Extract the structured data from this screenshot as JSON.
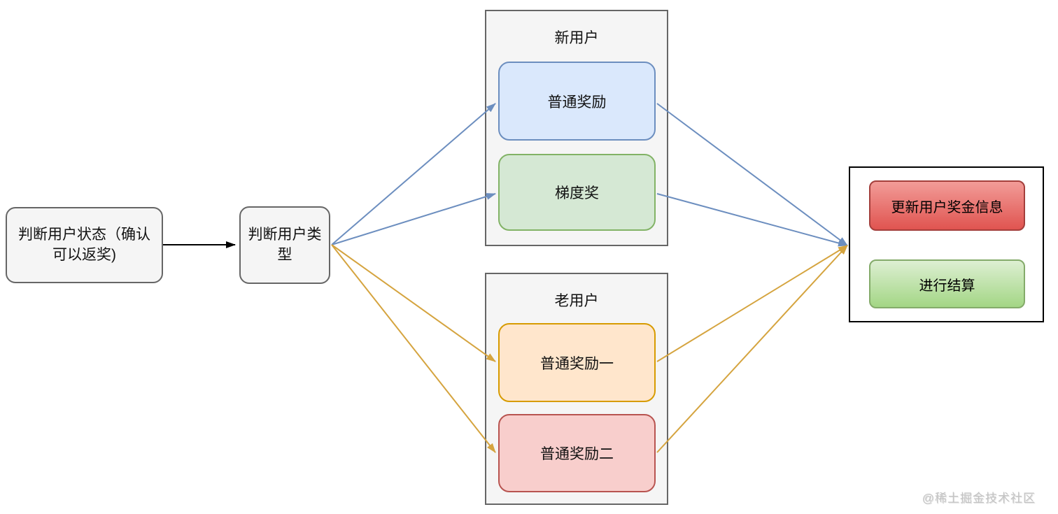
{
  "nodes": {
    "judge_status": "判断用户状态（确认\n可以返奖)",
    "judge_type": "判断用户类\n型",
    "new_user_title": "新用户",
    "normal_reward": "普通奖励",
    "gradient_reward": "梯度奖",
    "old_user_title": "老用户",
    "normal_reward_1": "普通奖励一",
    "normal_reward_2": "普通奖励二",
    "update_bonus": "更新用户奖金信息",
    "settle": "进行结算"
  },
  "edges": [
    {
      "from": "judge_status",
      "to": "judge_type",
      "color": "black"
    },
    {
      "from": "judge_type",
      "to": "normal_reward",
      "color": "blue"
    },
    {
      "from": "judge_type",
      "to": "gradient_reward",
      "color": "blue"
    },
    {
      "from": "judge_type",
      "to": "normal_reward_1",
      "color": "gold"
    },
    {
      "from": "judge_type",
      "to": "normal_reward_2",
      "color": "gold"
    },
    {
      "from": "normal_reward",
      "to": "settlement_group",
      "color": "blue"
    },
    {
      "from": "gradient_reward",
      "to": "settlement_group",
      "color": "blue"
    },
    {
      "from": "normal_reward_1",
      "to": "settlement_group",
      "color": "gold"
    },
    {
      "from": "normal_reward_2",
      "to": "settlement_group",
      "color": "gold"
    }
  ],
  "colors": {
    "gray_fill": "#f5f5f5",
    "gray_border": "#666666",
    "blue_fill": "#dae8fc",
    "blue_border": "#6c8ebf",
    "green_fill": "#d5e8d4",
    "green_border": "#82b366",
    "orange_fill": "#ffe6cc",
    "orange_border": "#d79b00",
    "pink_fill": "#f8cecc",
    "pink_border": "#b85450",
    "red_btn_top": "#f29c98",
    "red_btn_bottom": "#e05450",
    "red_btn_border": "#a43f3c",
    "green_btn_top": "#ddefd2",
    "green_btn_bottom": "#a3d685",
    "green_btn_border": "#84ab6a",
    "arrow_black": "#000000",
    "arrow_blue": "#6c8ebf",
    "arrow_gold": "#d5a43f"
  },
  "watermark": "@稀土掘金技术社区"
}
